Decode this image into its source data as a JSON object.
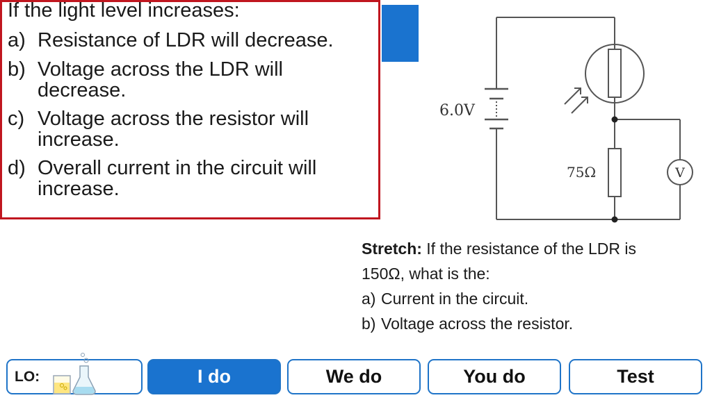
{
  "question": {
    "title": "If the light level increases:",
    "items": [
      {
        "label": "a)",
        "lines": [
          "Resistance of LDR will decrease."
        ]
      },
      {
        "label": "b)",
        "lines": [
          "Voltage across the LDR will",
          "decrease."
        ]
      },
      {
        "label": "c)",
        "lines": [
          "Voltage across the resistor will",
          "increase."
        ]
      },
      {
        "label": "d)",
        "lines": [
          "Overall current in the circuit will",
          "increase."
        ]
      }
    ]
  },
  "circuit": {
    "battery_label": "6.0V",
    "resistor_label": "75Ω",
    "voltmeter_label": "V"
  },
  "stretch": {
    "heading": "Stretch:",
    "intro_1": "If the resistance of the LDR is",
    "intro_2": "150Ω, what is the:",
    "items": [
      {
        "label": "a)",
        "text": "Current in the circuit."
      },
      {
        "label": "b)",
        "text": "Voltage across the resistor."
      }
    ]
  },
  "nav": {
    "lo_label": "LO:",
    "buttons": [
      "I do",
      "We do",
      "You do",
      "Test"
    ],
    "active": "I do"
  },
  "colors": {
    "accent_blue": "#1a73cf",
    "border_red": "#c0161f"
  },
  "icons": [
    "flask-icon",
    "beaker-icon"
  ]
}
